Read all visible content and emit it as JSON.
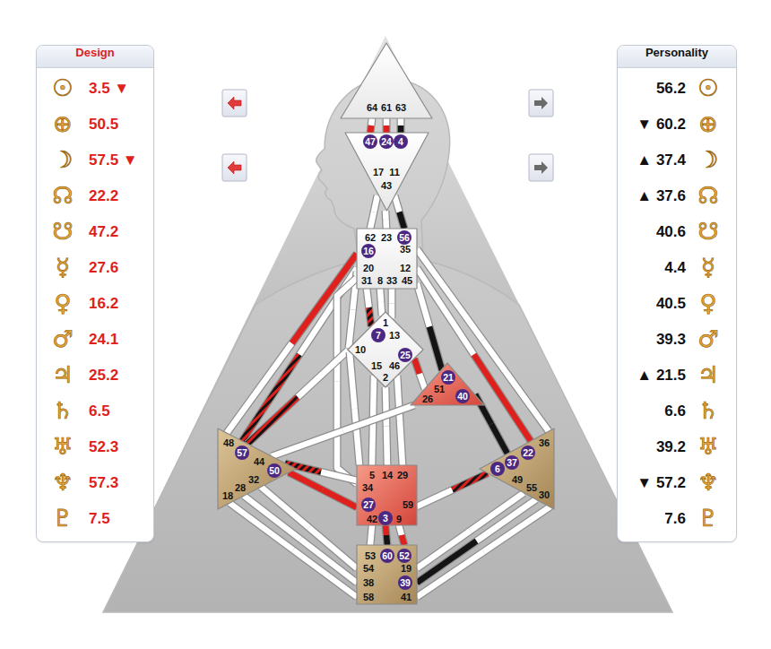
{
  "diagram": {
    "nodes": [
      {
        "text": [
          "Design",
          "3.5 ▼",
          "50.5",
          "57.5 ▼",
          "22.2",
          "47.2",
          "27.6",
          "16.2",
          "24.1",
          "25.2",
          "6.5",
          "52.3",
          "57.3",
          "7.5"
        ]
      },
      {
        "text": [
          "Personality",
          "56.2",
          "▼ 60.2",
          "▲ 37.4",
          "▲ 37.6",
          "40.6",
          "4.4",
          "40.5",
          "39.3",
          "▲ 21.5",
          "6.6",
          "39.2",
          "▼ 57.2",
          "7.6"
        ]
      },
      {
        "text": [
          "64",
          "61",
          "63"
        ]
      },
      {
        "text": [
          "47",
          "24",
          "4",
          "17",
          "11",
          "43"
        ]
      },
      {
        "text": [
          "62",
          "23",
          "56",
          "16",
          "35",
          "20",
          "12",
          "31",
          "8",
          "33",
          "45"
        ]
      },
      {
        "text": [
          "1",
          "7",
          "13",
          "10",
          "25",
          "15",
          "46",
          "2"
        ]
      },
      {
        "text": [
          "21",
          "51",
          "40",
          "26"
        ]
      },
      {
        "text": [
          "48",
          "57",
          "44",
          "50",
          "32",
          "28",
          "18"
        ]
      },
      {
        "text": [
          "36",
          "22",
          "37",
          "6",
          "49",
          "55",
          "30"
        ]
      },
      {
        "text": [
          "5",
          "14",
          "29",
          "34",
          "27",
          "59",
          "42",
          "3",
          "9"
        ]
      },
      {
        "text": [
          "53",
          "60",
          "52",
          "54",
          "19",
          "38",
          "39",
          "58",
          "41"
        ]
      }
    ],
    "edges": [
      {
        "from": 2,
        "to": 3,
        "arrow": "none"
      },
      {
        "from": 2,
        "to": 3,
        "arrow": "none"
      },
      {
        "from": 2,
        "to": 3,
        "arrow": "none"
      },
      {
        "from": 3,
        "to": 4,
        "arrow": "none"
      },
      {
        "from": 3,
        "to": 4,
        "arrow": "none"
      },
      {
        "from": 3,
        "to": 4,
        "arrow": "none"
      },
      {
        "from": 4,
        "to": 5,
        "arrow": "none"
      },
      {
        "from": 4,
        "to": 5,
        "arrow": "none"
      },
      {
        "from": 4,
        "to": 5,
        "arrow": "none"
      },
      {
        "from": 4,
        "to": 7,
        "arrow": "none"
      },
      {
        "from": 4,
        "to": 7,
        "arrow": "none"
      },
      {
        "from": 4,
        "to": 5,
        "arrow": "none"
      },
      {
        "from": 4,
        "to": 9,
        "arrow": "none"
      },
      {
        "from": 4,
        "to": 6,
        "arrow": "none"
      },
      {
        "from": 4,
        "to": 8,
        "arrow": "none"
      },
      {
        "from": 4,
        "to": 8,
        "arrow": "none"
      },
      {
        "from": 5,
        "to": 9,
        "arrow": "none"
      },
      {
        "from": 5,
        "to": 9,
        "arrow": "none"
      },
      {
        "from": 5,
        "to": 9,
        "arrow": "none"
      },
      {
        "from": 5,
        "to": 7,
        "arrow": "none"
      },
      {
        "from": 5,
        "to": 9,
        "arrow": "none"
      },
      {
        "from": 5,
        "to": 6,
        "arrow": "none"
      },
      {
        "from": 6,
        "to": 7,
        "arrow": "none"
      },
      {
        "from": 6,
        "to": 8,
        "arrow": "none"
      },
      {
        "from": 9,
        "to": 7,
        "arrow": "none"
      },
      {
        "from": 9,
        "to": 7,
        "arrow": "none"
      },
      {
        "from": 9,
        "to": 8,
        "arrow": "none"
      },
      {
        "from": 9,
        "to": 10,
        "arrow": "none"
      },
      {
        "from": 9,
        "to": 10,
        "arrow": "none"
      },
      {
        "from": 9,
        "to": 10,
        "arrow": "none"
      },
      {
        "from": 7,
        "to": 10,
        "arrow": "none"
      },
      {
        "from": 7,
        "to": 10,
        "arrow": "none"
      },
      {
        "from": 7,
        "to": 10,
        "arrow": "none"
      },
      {
        "from": 8,
        "to": 10,
        "arrow": "none"
      },
      {
        "from": 8,
        "to": 10,
        "arrow": "none"
      },
      {
        "from": 8,
        "to": 10,
        "arrow": "none"
      }
    ],
    "labels": [
      "☉",
      "⊕",
      "☽",
      "☊",
      "☋",
      "☿",
      "♀",
      "♂",
      "♃",
      "♄",
      "♅",
      "♆",
      "♇",
      "☉",
      "⊕",
      "☽",
      "☊",
      "☋",
      "☿",
      "♀",
      "♂",
      "♃",
      "♄",
      "♅",
      "♆",
      "♇"
    ]
  }
}
